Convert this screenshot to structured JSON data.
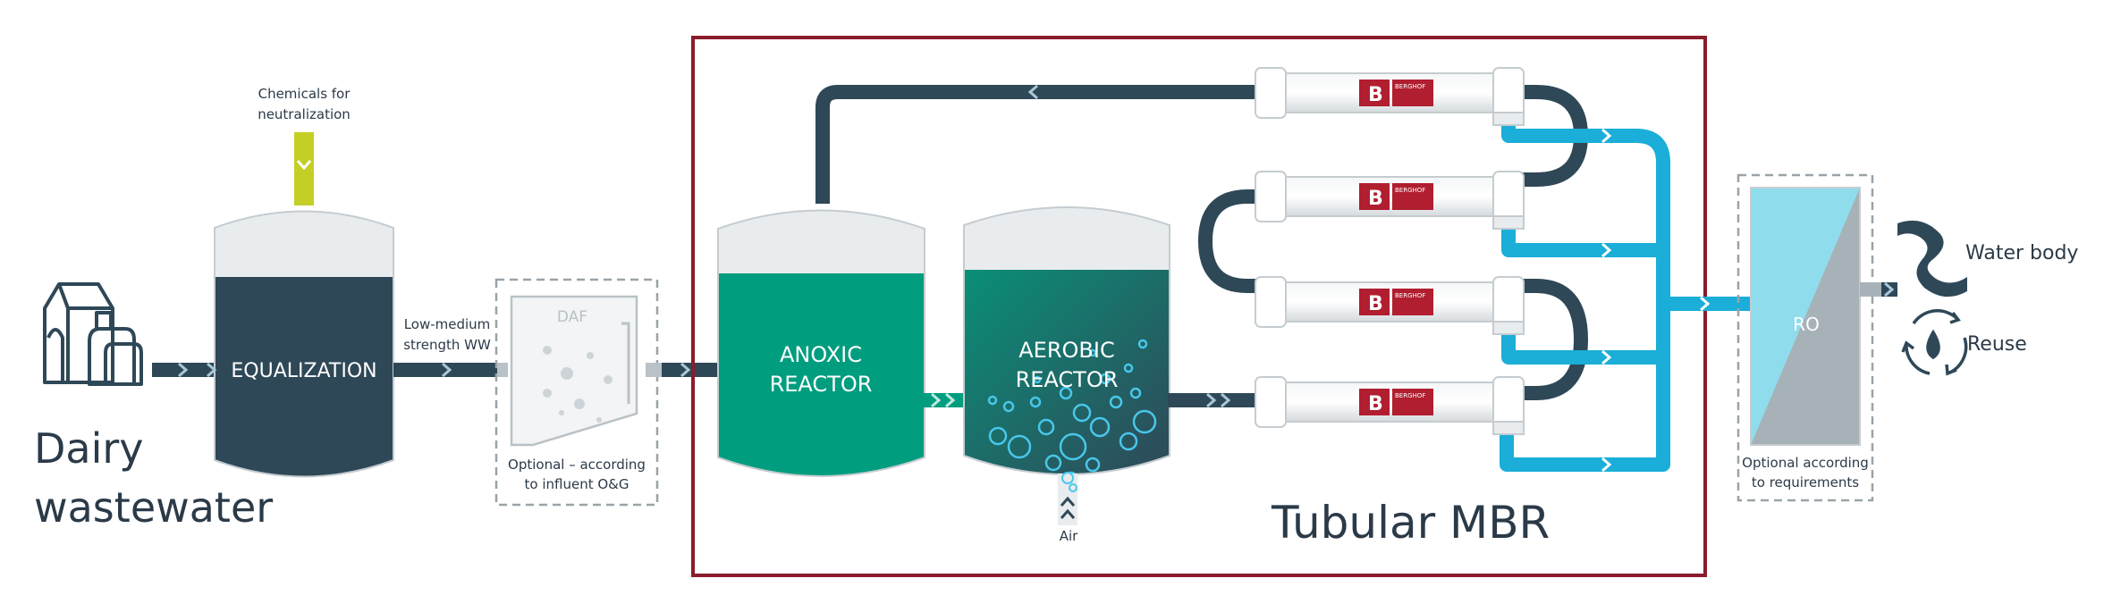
{
  "source": {
    "title_line1": "Dairy",
    "title_line2": "wastewater"
  },
  "chemicals": {
    "line1": "Chemicals for",
    "line2": "neutralization"
  },
  "equalization": {
    "label": "EQUALIZATION"
  },
  "flow_label": {
    "line1": "Low-medium",
    "line2": "strength WW"
  },
  "daf": {
    "label": "DAF",
    "note_line1": "Optional – according",
    "note_line2": "to influent O&G"
  },
  "anoxic": {
    "line1": "ANOXIC",
    "line2": "REACTOR"
  },
  "aerobic": {
    "line1": "AEROBIC",
    "line2": "REACTOR"
  },
  "air": {
    "label": "Air"
  },
  "mbr": {
    "title": "Tubular MBR",
    "brand": "BERGHOF",
    "logo_letter": "B"
  },
  "ro": {
    "label": "RO",
    "note_line1": "Optional according",
    "note_line2": "to requirements"
  },
  "outputs": {
    "water_body": "Water body",
    "reuse": "Reuse"
  },
  "colors": {
    "navy": "#2f4858",
    "green": "#009d7f",
    "cyan": "#1aaed8",
    "lime": "#c3cf24",
    "frame_red": "#8a1c2c",
    "brand_red": "#b01e2f",
    "grey_dashed": "#9aa3a8",
    "tank_top": "#e8ecee"
  }
}
